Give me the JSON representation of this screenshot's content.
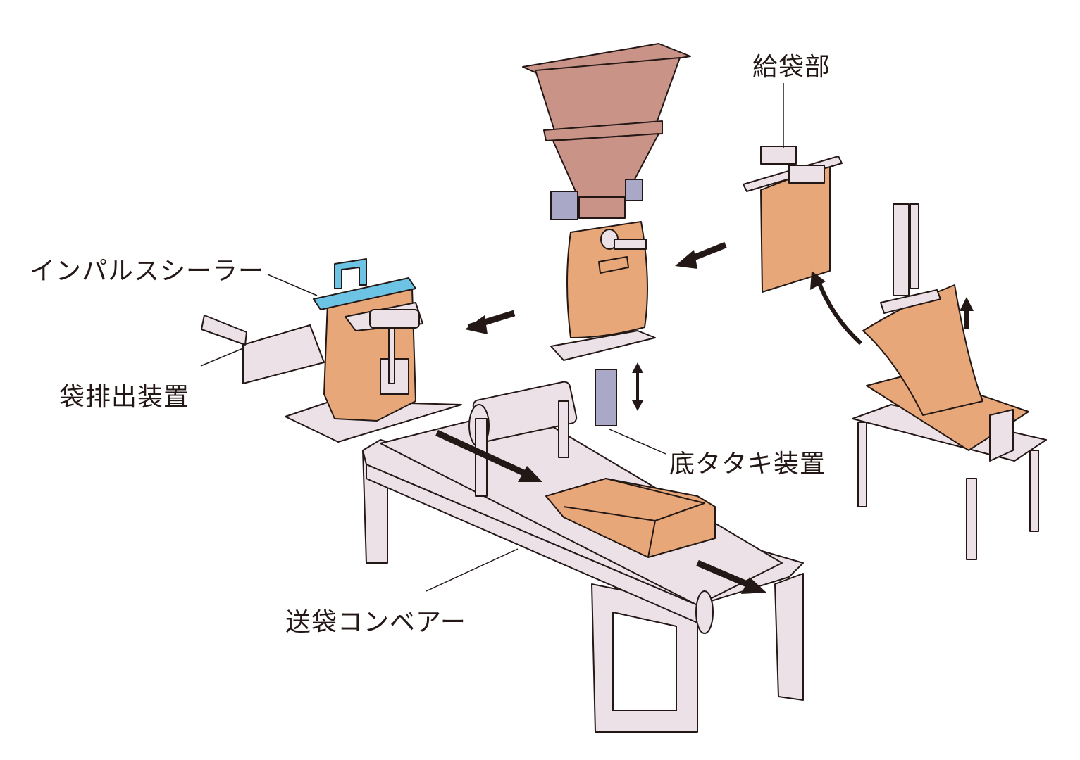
{
  "labels": {
    "bag_feeder": "給袋部",
    "impulse_sealer": "インパルスシーラー",
    "bag_discharge": "袋排出装置",
    "bottom_tapper": "底タタキ装置",
    "bag_conveyor": "送袋コンベアー"
  },
  "colors": {
    "frame": "#ece1e6",
    "bag": "#e8a778",
    "hopper": "#c99388",
    "sealer": "#6cc3e3",
    "cylinder": "#a9a8c7",
    "outline": "#231815"
  }
}
